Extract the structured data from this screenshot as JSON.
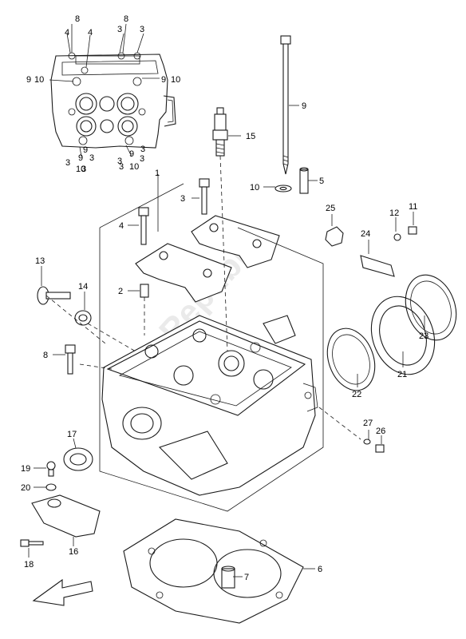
{
  "watermark_text": "PartsRepublik",
  "callouts": [
    {
      "id": "c1",
      "text": "1"
    },
    {
      "id": "c2",
      "text": "2"
    },
    {
      "id": "c3",
      "text": "3"
    },
    {
      "id": "c4",
      "text": "4"
    },
    {
      "id": "c5",
      "text": "5"
    },
    {
      "id": "c6",
      "text": "6"
    },
    {
      "id": "c7",
      "text": "7"
    },
    {
      "id": "c8",
      "text": "8"
    },
    {
      "id": "c9",
      "text": "9"
    },
    {
      "id": "c10",
      "text": "10"
    },
    {
      "id": "c11",
      "text": "11"
    },
    {
      "id": "c12",
      "text": "12"
    },
    {
      "id": "c13",
      "text": "13"
    },
    {
      "id": "c14",
      "text": "14"
    },
    {
      "id": "c15",
      "text": "15"
    },
    {
      "id": "c16",
      "text": "16"
    },
    {
      "id": "c17",
      "text": "17"
    },
    {
      "id": "c18",
      "text": "18"
    },
    {
      "id": "c19",
      "text": "19"
    },
    {
      "id": "c20",
      "text": "20"
    },
    {
      "id": "c21",
      "text": "21"
    },
    {
      "id": "c22",
      "text": "22"
    },
    {
      "id": "c23",
      "text": "23"
    },
    {
      "id": "c24",
      "text": "24"
    },
    {
      "id": "c25",
      "text": "25"
    },
    {
      "id": "c26",
      "text": "26"
    },
    {
      "id": "c27",
      "text": "27"
    }
  ],
  "inset_labels": [
    {
      "text": "8"
    },
    {
      "text": "4"
    },
    {
      "text": "8"
    },
    {
      "text": "4"
    },
    {
      "text": "3"
    },
    {
      "text": "3"
    },
    {
      "text": "9"
    },
    {
      "text": "10"
    },
    {
      "text": "9"
    },
    {
      "text": "10"
    },
    {
      "text": "9"
    },
    {
      "text": "3"
    },
    {
      "text": "9"
    },
    {
      "text": "3"
    },
    {
      "text": "3"
    },
    {
      "text": "9"
    },
    {
      "text": "3"
    },
    {
      "text": "3"
    },
    {
      "text": "10"
    },
    {
      "text": "3"
    },
    {
      "text": "10"
    },
    {
      "text": "3"
    }
  ]
}
